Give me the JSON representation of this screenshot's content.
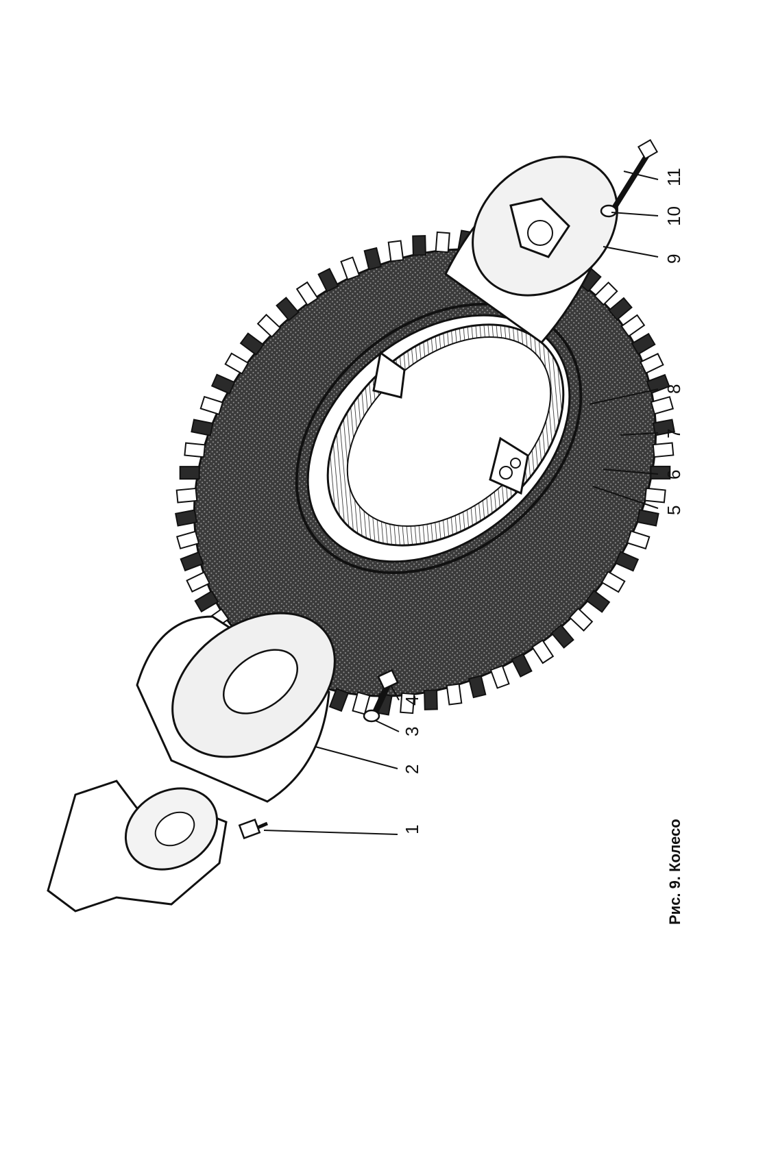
{
  "caption": "Рис. 9. Колесо",
  "callouts": [
    {
      "id": "1",
      "label": "1"
    },
    {
      "id": "2",
      "label": "2"
    },
    {
      "id": "3",
      "label": "3"
    },
    {
      "id": "4",
      "label": "4"
    },
    {
      "id": "5",
      "label": "5"
    },
    {
      "id": "6",
      "label": "6"
    },
    {
      "id": "7",
      "label": "7"
    },
    {
      "id": "8",
      "label": "8"
    },
    {
      "id": "9",
      "label": "9"
    },
    {
      "id": "10",
      "label": "10"
    },
    {
      "id": "11",
      "label": "11"
    }
  ],
  "colors": {
    "ink": "#111111",
    "tire": "#2a2a2a",
    "metal": "#e8e8e8",
    "paper": "#ffffff"
  }
}
